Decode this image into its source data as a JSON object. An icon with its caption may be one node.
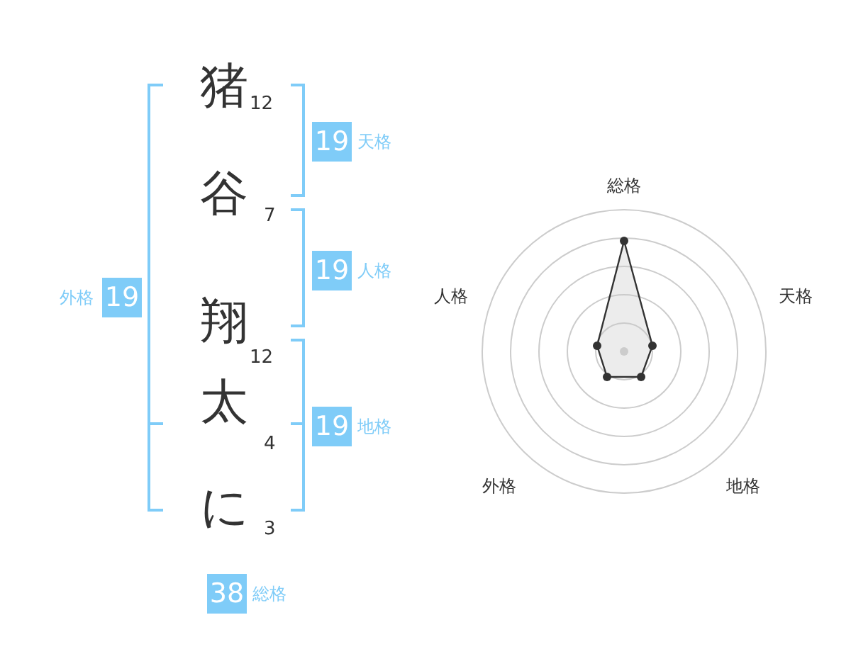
{
  "diagram": {
    "nodes": [
      {
        "text": [
          "19"
        ],
        "beside": [
          "天格"
        ]
      },
      {
        "text": [
          "19"
        ],
        "beside": [
          "人格"
        ]
      },
      {
        "text": [
          "19"
        ],
        "beside": [
          "外格"
        ]
      },
      {
        "text": [
          "19"
        ],
        "beside": [
          "地格"
        ]
      },
      {
        "text": [
          "38"
        ],
        "beside": [
          "総格"
        ]
      }
    ],
    "labels": [
      "猪",
      "12",
      "谷",
      "7",
      "翔",
      "12",
      "太",
      "4",
      "に",
      "3",
      "総格",
      "人格",
      "天格",
      "外格",
      "地格"
    ]
  }
}
